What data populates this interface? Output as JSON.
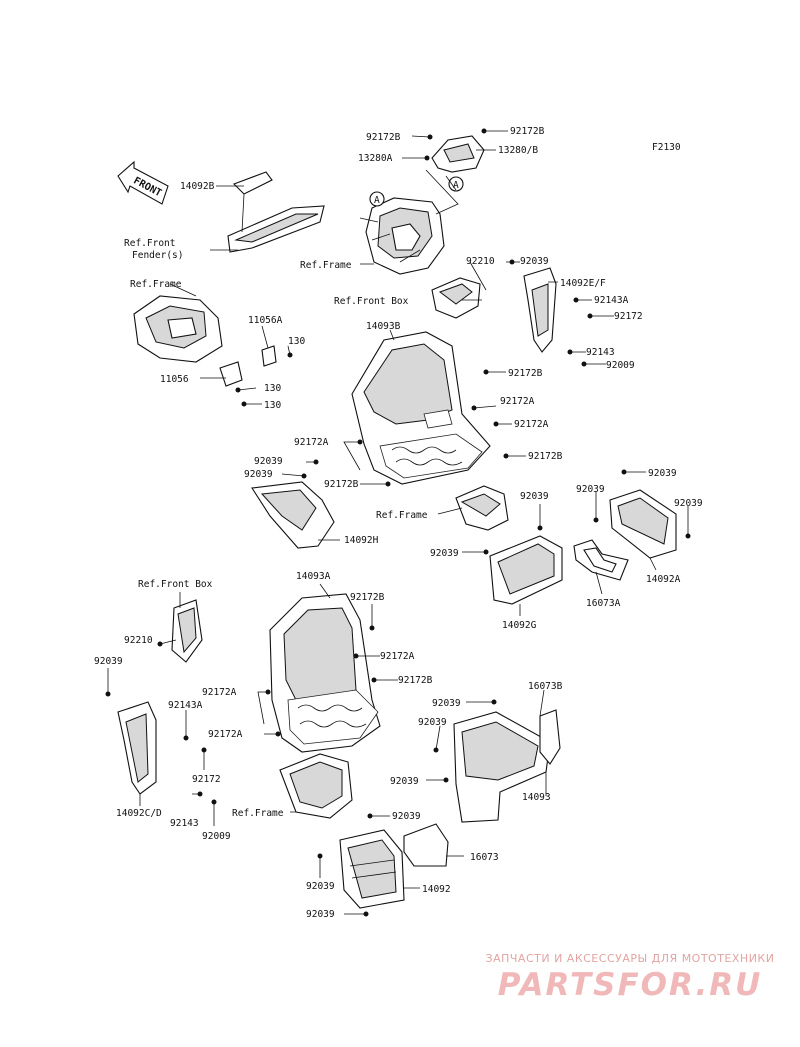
{
  "figure_code": "F2130",
  "front_label": "FRONT",
  "callouts": {
    "c1": "92172B",
    "c2": "92172B",
    "c3": "13280A",
    "c4": "13280/B",
    "c5": "14092B",
    "c6": "Ref.Front",
    "c7": "Fender(s)",
    "c8": "Ref.Frame",
    "c9": "92210",
    "c10": "92039",
    "c11": "14092E/F",
    "c12": "Ref.Front Box",
    "c13": "92143A",
    "c14": "92172",
    "c15": "Ref.Frame",
    "c16": "11056A",
    "c17": "130",
    "c18": "11056",
    "c19": "130",
    "c20": "130",
    "c21": "14093B",
    "c22": "92143",
    "c23": "92009",
    "c24": "92172B",
    "c25": "92172A",
    "c26": "92172A",
    "c27": "92172A",
    "c28": "92172B",
    "c29": "92039",
    "c30": "92039",
    "c31": "92172B",
    "c32": "Ref.Frame",
    "c33": "14092H",
    "c34": "92039",
    "c35": "92039",
    "c36": "92039",
    "c37": "92039",
    "c38": "92039",
    "c39": "14092A",
    "c40": "16073A",
    "c41": "14092G",
    "c42": "Ref.Front Box",
    "c43": "14093A",
    "c44": "92172B",
    "c45": "92210",
    "c46": "92172A",
    "c47": "92039",
    "c48": "92172B",
    "c49": "92172A",
    "c50": "14092C/D",
    "c51": "92143A",
    "c52": "92172A",
    "c53": "92172",
    "c54": "92143",
    "c55": "92009",
    "c56": "Ref.Frame",
    "c57": "92039",
    "c58": "16073B",
    "c59": "92039",
    "c60": "92039",
    "c61": "14093",
    "c62": "92039",
    "c63": "16073",
    "c64": "92039",
    "c65": "14092",
    "c66": "92039"
  },
  "reference_marks": [
    "A",
    "A"
  ],
  "watermark": {
    "tagline": "ЗАПЧАСТИ И АКСЕССУАРЫ ДЛЯ МОТОТЕХНИКИ",
    "logo": "PARTSFOR.RU"
  }
}
